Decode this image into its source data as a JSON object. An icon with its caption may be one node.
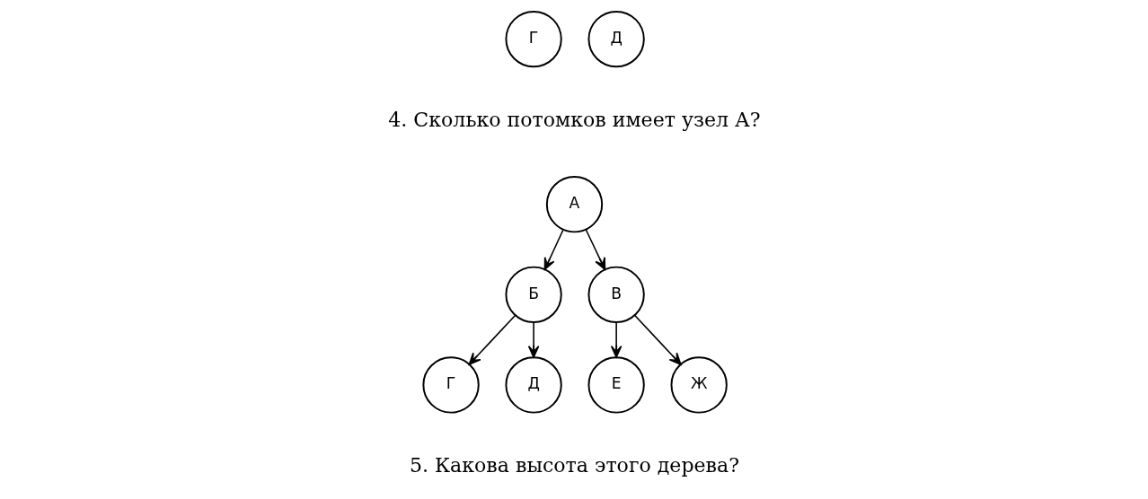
{
  "diagram": {
    "nodes": [
      {
        "text": [
          "Г"
        ]
      },
      {
        "text": [
          "Д"
        ]
      },
      {
        "text": [
          "А"
        ]
      },
      {
        "text": [
          "Б"
        ]
      },
      {
        "text": [
          "В"
        ]
      },
      {
        "text": [
          "Г"
        ]
      },
      {
        "text": [
          "Д"
        ]
      },
      {
        "text": [
          "Е"
        ]
      },
      {
        "text": [
          "Ж"
        ]
      }
    ],
    "edges": [
      {
        "from": 2,
        "to": 3,
        "arrow": "to"
      },
      {
        "from": 2,
        "to": 4,
        "arrow": "to"
      },
      {
        "from": 3,
        "to": 5,
        "arrow": "to"
      },
      {
        "from": 3,
        "to": 6,
        "arrow": "to"
      },
      {
        "from": 4,
        "to": 7,
        "arrow": "to"
      },
      {
        "from": 4,
        "to": 8,
        "arrow": "to"
      }
    ],
    "labels": [
      "4. Сколько потомков имеет узел А?",
      "5. Какова высота этого дерева?"
    ]
  }
}
